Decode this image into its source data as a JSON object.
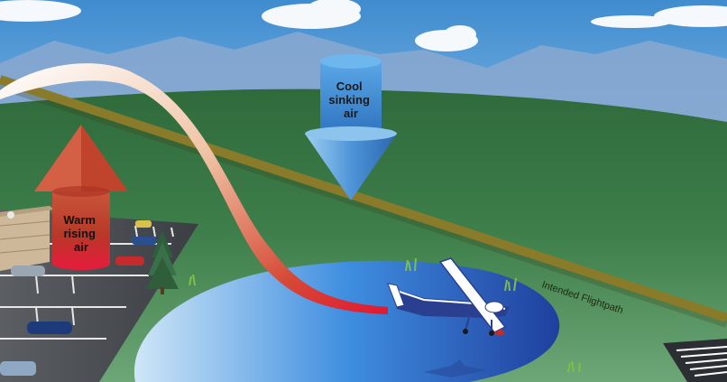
{
  "labels": {
    "warm_line1": "Warm",
    "warm_line2": "rising",
    "warm_line3": "air",
    "cool_line1": "Cool",
    "cool_line2": "sinking",
    "cool_line3": "air",
    "flightpath": "Intended Flightpath"
  },
  "colors": {
    "sky_top": "#3f8ccf",
    "sky_bottom": "#dcefff",
    "mountains": "#8aa8cf",
    "ground": "#3f7f4a",
    "water": "#2b6fd6",
    "flightpath": "#8a7b2a",
    "warm_arrow": "#b43a2a",
    "cool_arrow": "#4a86c8"
  },
  "icons": [
    "airplane-icon",
    "tree-icon",
    "car-icon",
    "cloud-icon"
  ]
}
